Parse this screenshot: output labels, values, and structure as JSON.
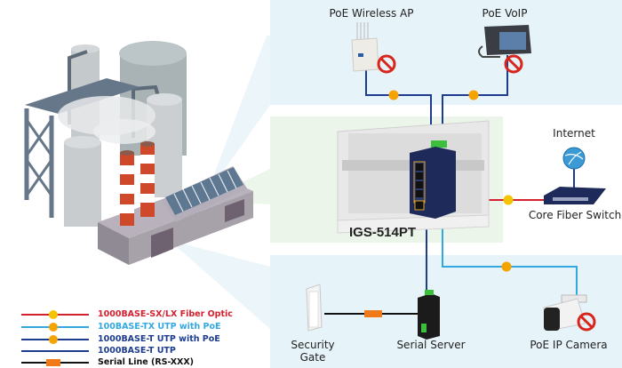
{
  "diagram": {
    "model_label": "IGS-514PT",
    "nodes": {
      "wireless_ap": "PoE Wireless AP",
      "voip": "PoE VoIP",
      "internet": "Internet",
      "core_switch": "Core Fiber Switch",
      "security_gate_line1": "Security",
      "security_gate_line2": "Gate",
      "serial_server": "Serial Server",
      "ip_camera": "PoE IP Camera"
    },
    "badges": {
      "poe": "PoE",
      "serial": "IOIOI"
    }
  },
  "legend": {
    "items": [
      {
        "label": "1000BASE-SX/LX Fiber Optic",
        "color": "#d4202f",
        "badge": "fiber"
      },
      {
        "label": "100BASE-TX UTP with PoE",
        "color": "#33a8e0",
        "badge": "poe"
      },
      {
        "label": "1000BASE-T UTP with PoE",
        "color": "#1d3b8f",
        "badge": "poe"
      },
      {
        "label": "1000BASE-T UTP",
        "color": "#1d3b8f",
        "badge": "none"
      },
      {
        "label": "Serial Line (RS-XXX)",
        "color": "#111111",
        "badge": "serial"
      }
    ]
  },
  "colors": {
    "panel_blue": "#e6f3f9",
    "panel_green": "#ebf5e9",
    "fiber": "#d4202f",
    "utp_poe_light": "#33a8e0",
    "utp_dark": "#1d3b8f",
    "serial": "#111111",
    "poe_badge": "#f5a300"
  }
}
